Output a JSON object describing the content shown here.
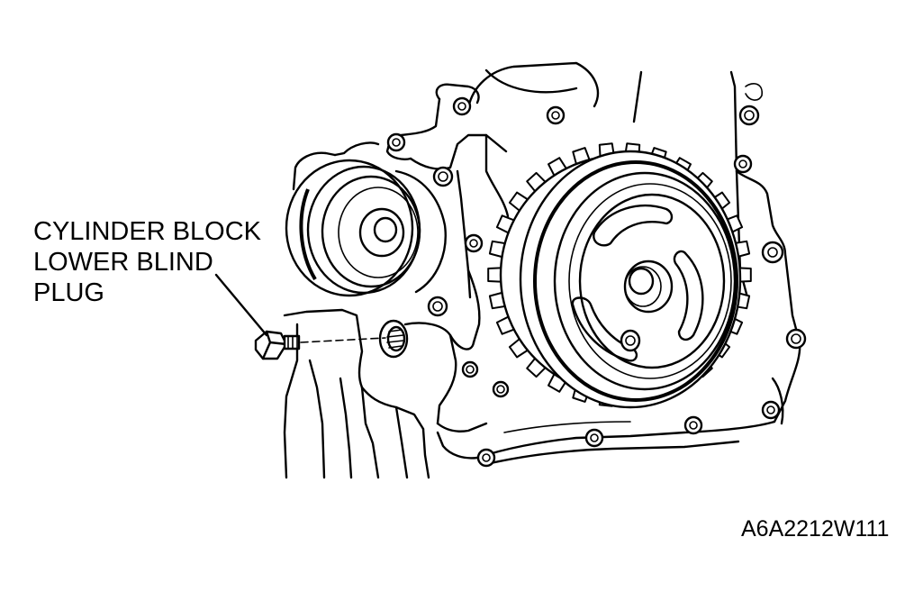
{
  "labels": {
    "callout_line1": "CYLINDER BLOCK",
    "callout_line2": "LOWER BLIND",
    "callout_line3": "PLUG",
    "figure_code": "A6A2212W111"
  },
  "colors": {
    "ink": "#000000",
    "paper": "#ffffff"
  }
}
